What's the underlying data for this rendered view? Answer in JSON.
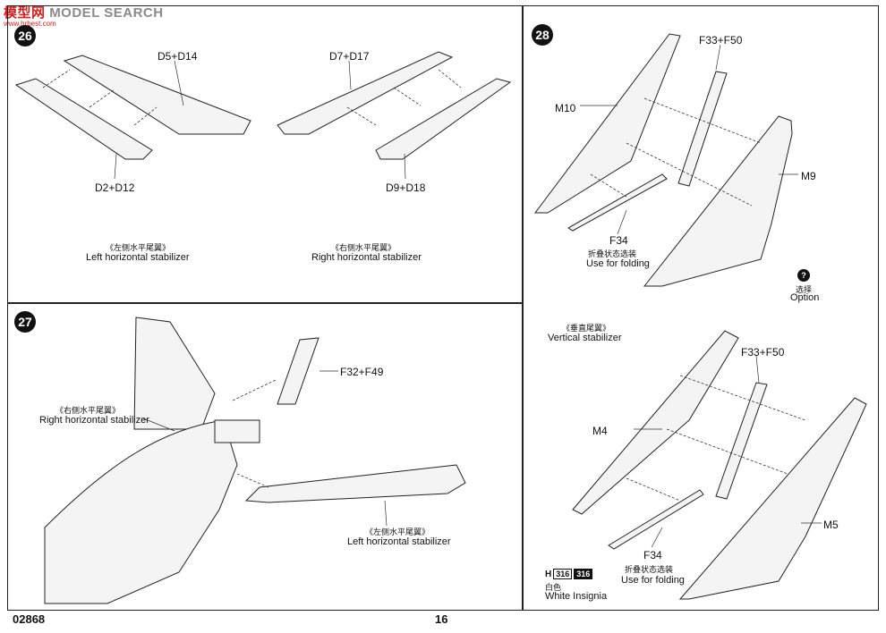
{
  "watermark": {
    "brand_cn": "模型网",
    "brand_en": "MODEL SEARCH",
    "url": "www.hrbest.com"
  },
  "footer": {
    "code": "02868",
    "page": "16"
  },
  "step26": {
    "number": "26",
    "labels": {
      "d5_d14": "D5+D14",
      "d7_d17": "D7+D17",
      "d2_d12": "D2+D12",
      "d9_d18": "D9+D18"
    },
    "left_caption_cn": "《左侧水平尾翼》",
    "left_caption_en": "Left horizontal stabilizer",
    "right_caption_cn": "《右侧水平尾翼》",
    "right_caption_en": "Right horizontal stabilizer"
  },
  "step27": {
    "number": "27",
    "labels": {
      "f32_f49": "F32+F49"
    },
    "right_caption_cn": "《右侧水平尾翼》",
    "right_caption_en": "Right horizontal stabilizer",
    "left_caption_cn": "《左侧水平尾翼》",
    "left_caption_en": "Left horizontal stabilizer"
  },
  "step28": {
    "number": "28",
    "top": {
      "f33_f50": "F33+F50",
      "m10": "M10",
      "m9": "M9",
      "f34": "F34",
      "folding_cn": "折叠状态选装",
      "folding_en": "Use for folding"
    },
    "option": {
      "icon": "?",
      "cn": "选择",
      "en": "Option"
    },
    "vertical_caption_cn": "《垂直尾翼》",
    "vertical_caption_en": "Vertical  stabilizer",
    "bottom": {
      "f33_f50": "F33+F50",
      "m4": "M4",
      "m5": "M5",
      "f34": "F34",
      "folding_cn": "折叠状态选装",
      "folding_en": "Use for folding"
    },
    "paint": {
      "letter": "H",
      "code_a": "316",
      "code_b": "316",
      "color_cn": "白色",
      "color_en": "White Insignia"
    }
  }
}
